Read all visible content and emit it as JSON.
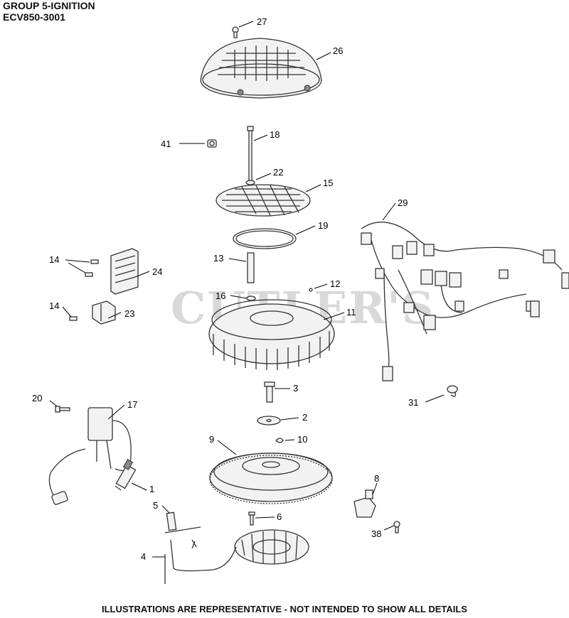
{
  "header": {
    "group": "GROUP 5-IGNITION",
    "model": "ECV850-3001"
  },
  "watermark": "CUTLER'S",
  "footer": "ILLUSTRATIONS ARE REPRESENTATIVE - NOT INTENDED TO SHOW ALL DETAILS",
  "callouts": {
    "c1": "1",
    "c2": "2",
    "c3": "3",
    "c4": "4",
    "c5": "5",
    "c6": "6",
    "c8": "8",
    "c9": "9",
    "c10": "10",
    "c11": "11",
    "c12": "12",
    "c13": "13",
    "c14a": "14",
    "c14b": "14",
    "c15": "15",
    "c16": "16",
    "c17": "17",
    "c18": "18",
    "c19": "19",
    "c20": "20",
    "c22": "22",
    "c23": "23",
    "c24": "24",
    "c26": "26",
    "c27": "27",
    "c29": "29",
    "c31": "31",
    "c38": "38",
    "c41": "41"
  }
}
